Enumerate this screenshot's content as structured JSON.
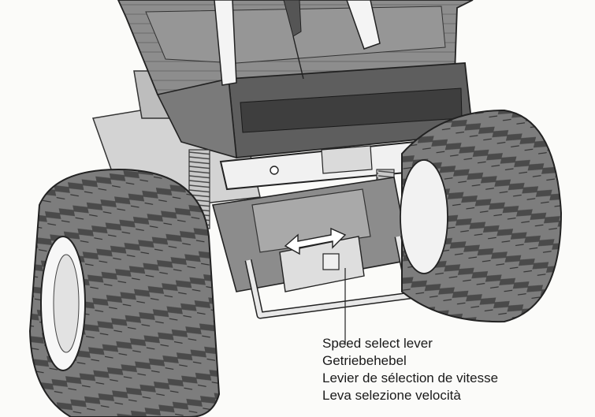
{
  "labels": {
    "line1": "Speed select lever",
    "line2": "Getriebehebel",
    "line3": "Levier de sélection de vitesse",
    "line4": "Leva selezione velocità"
  }
}
